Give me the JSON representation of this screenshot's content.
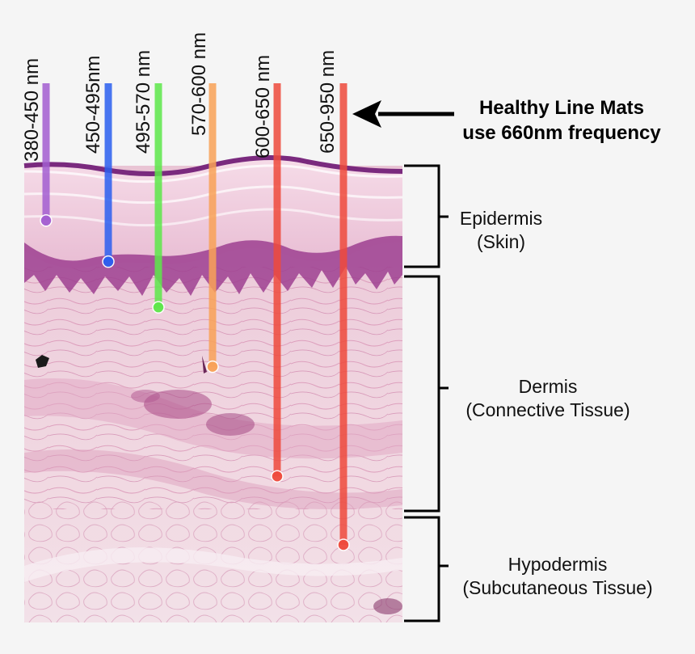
{
  "wavelength_probes": [
    {
      "label": "380-450 nm",
      "color": "#a35ed1",
      "relative_depth": 0.12
    },
    {
      "label": "450-495nm",
      "color": "#2b5ff0",
      "relative_depth": 0.21
    },
    {
      "label": "495-570 nm",
      "color": "#5de84a",
      "relative_depth": 0.31
    },
    {
      "label": "570-600 nm",
      "color": "#f9a257",
      "relative_depth": 0.44
    },
    {
      "label": "600-650 nm",
      "color": "#ef4a3c",
      "relative_depth": 0.68
    },
    {
      "label": "650-950 nm",
      "color": "#ef4a3c",
      "relative_depth": 0.83
    }
  ],
  "callout": {
    "line1": "Healthy Line Mats",
    "line2": "use 660nm frequency"
  },
  "layers": [
    {
      "name": "Epidermis",
      "detail": "(Skin)"
    },
    {
      "name": "Dermis",
      "detail": "(Connective Tissue)"
    },
    {
      "name": "Hypodermis",
      "detail": "(Subcutaneous Tissue)"
    }
  ]
}
